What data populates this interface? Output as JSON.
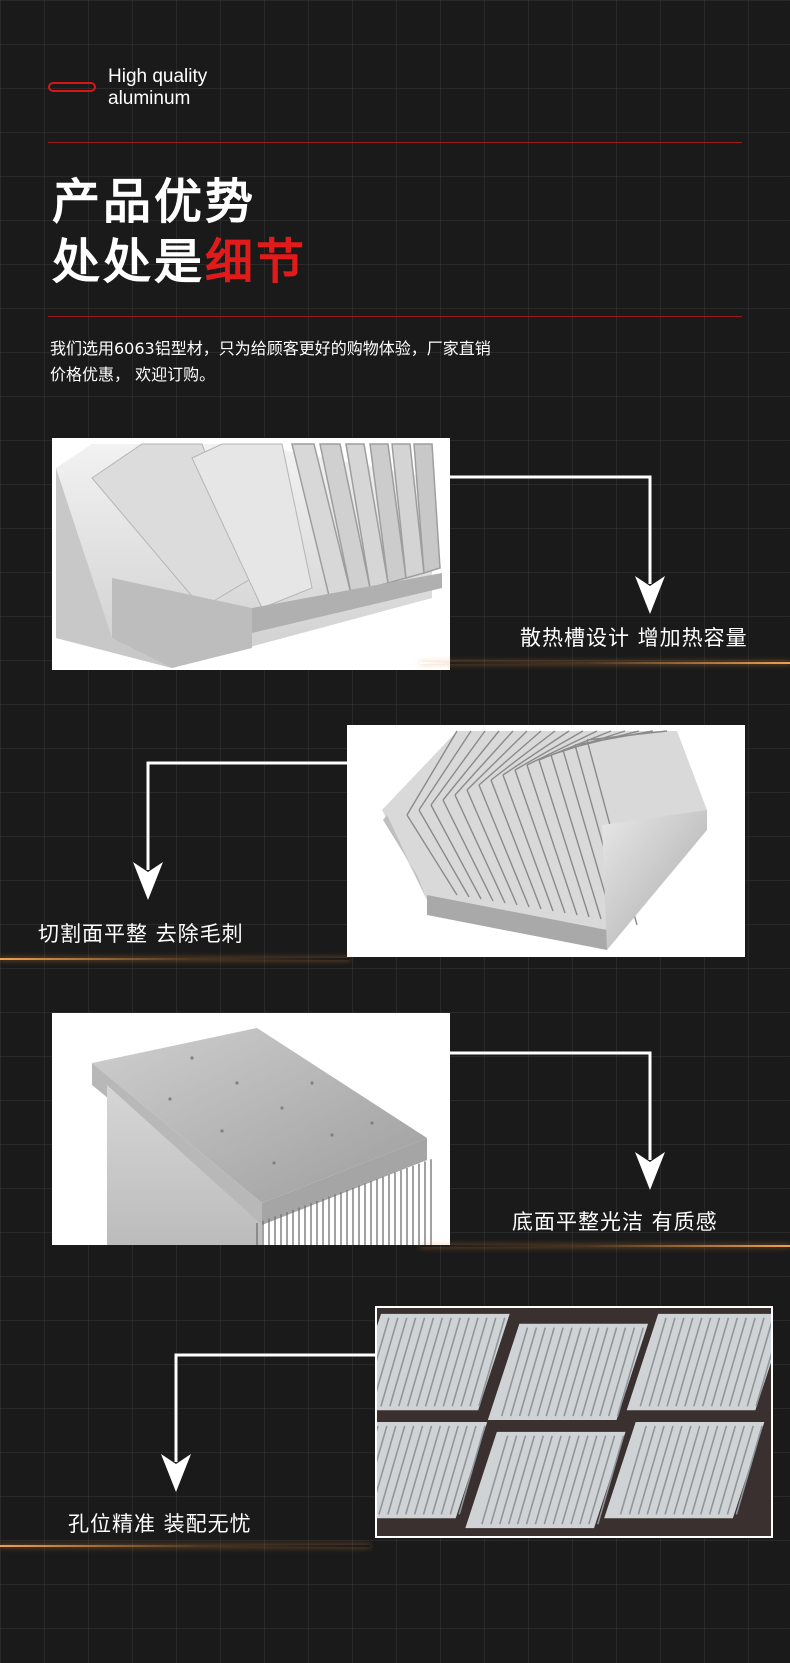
{
  "header": {
    "tag_line1": "High quality",
    "tag_line2": "aluminum",
    "title_line1": "产品优势",
    "title_line2_prefix": "处处是",
    "title_line2_accent": "细节",
    "desc_line1": "我们选用6063铝型材，只为给顾客更好的购物体验，厂家直销",
    "desc_line2": "价格优惠， 欢迎订购。"
  },
  "features": [
    {
      "label": "散热槽设计  增加热容量"
    },
    {
      "label": "切割面平整  去除毛刺"
    },
    {
      "label": "底面平整光洁  有质感"
    },
    {
      "label": "孔位精准  装配无忧"
    }
  ],
  "colors": {
    "background": "#1a1a1a",
    "accent_red": "#e21a1a",
    "glow_orange": "#f0a050"
  },
  "icons": {
    "arrow": "down-arrow-icon",
    "badge": "pill-outline-icon"
  }
}
